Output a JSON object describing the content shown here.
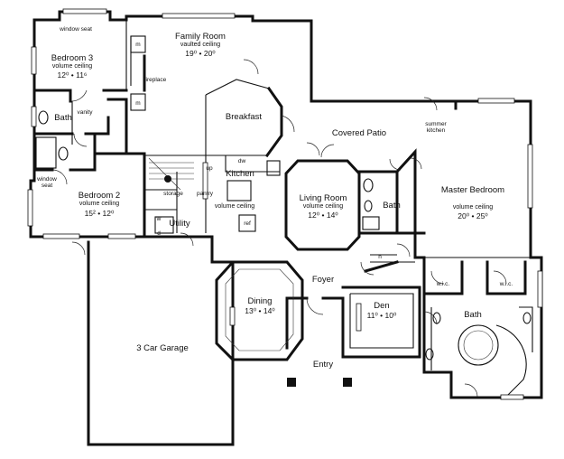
{
  "rooms": {
    "family_room": {
      "name": "Family Room",
      "note": "vaulted ceiling",
      "size": "19⁰ • 20⁰"
    },
    "bedroom3": {
      "name": "Bedroom 3",
      "note": "volume ceiling",
      "size": "12⁰ • 11⁶"
    },
    "breakfast": {
      "name": "Breakfast"
    },
    "covered_patio": {
      "name": "Covered Patio"
    },
    "bath_upper": {
      "name": "Bath"
    },
    "kitchen": {
      "name": "Kitchen",
      "note": "volume ceiling"
    },
    "living_room": {
      "name": "Living Room",
      "note": "volume ceiling",
      "size": "12⁰ • 14⁰"
    },
    "bath_mid": {
      "name": "Bath"
    },
    "master_bedroom": {
      "name": "Master Bedroom",
      "note": "volume ceiling",
      "size": "20⁰ • 25⁰"
    },
    "bedroom2": {
      "name": "Bedroom 2",
      "note": "volume ceiling",
      "size": "15² • 12⁰"
    },
    "utility": {
      "name": "Utility"
    },
    "foyer": {
      "name": "Foyer"
    },
    "dining": {
      "name": "Dining",
      "size": "13⁰ • 14⁰"
    },
    "den": {
      "name": "Den",
      "size": "11⁰ • 10⁰"
    },
    "master_bath": {
      "name": "Bath"
    },
    "garage": {
      "name": "3 Car Garage"
    },
    "entry": {
      "name": "Entry"
    }
  },
  "features": {
    "window_seat_top": "window seat",
    "window_seat_left_1": "window",
    "window_seat_left_2": "seat",
    "fireplace": "fireplace",
    "m1": "m",
    "m2": "m",
    "vanity": "vanity",
    "summer_kitchen_1": "summer",
    "summer_kitchen_2": "kitchen",
    "up": "up",
    "dw": "dw",
    "storage": "storage",
    "pantry": "pantry",
    "ref": "ref",
    "w": "w",
    "d": "d",
    "n": "n",
    "wic_left": "w.i.c.",
    "wic_right": "w.i.c."
  }
}
